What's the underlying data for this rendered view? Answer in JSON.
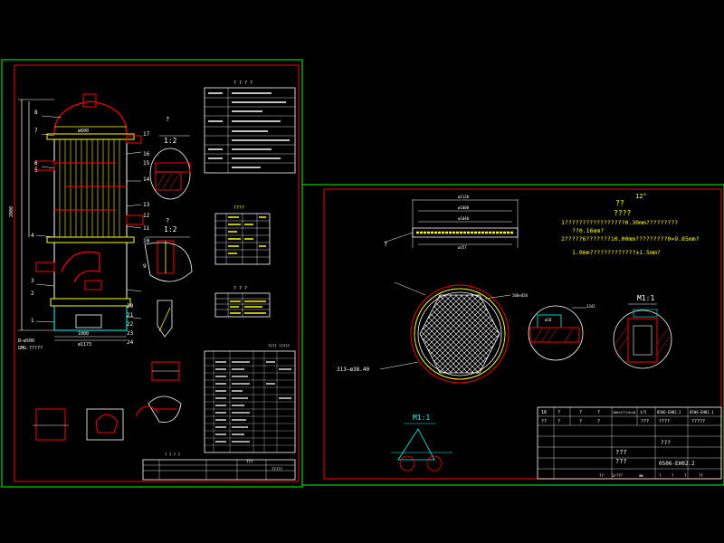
{
  "colors": {
    "background": "#000000",
    "frame_outer": "#00ff00",
    "frame_inner": "#ff0000",
    "line_white": "#ffffff",
    "line_cyan": "#00ffff",
    "line_yellow": "#ffff00",
    "line_red": "#ff0000",
    "line_green": "#00ff00",
    "line_magenta": "#ff00ff",
    "hatch_red": "#ff2020"
  },
  "sheet1": {
    "table_top_header": "? ? ? ?",
    "nozzle_table_header": "????",
    "nozzle_table2_header": "? ? ?",
    "parts_list_header": "???? ?????",
    "detail_scale_a": "1:2",
    "detail_scale_b": "1:2",
    "callout_q": "?",
    "callout_q2": "?",
    "dim_top": "ø600",
    "dim_mid1": "1000",
    "dim_mid2": "2000",
    "dim_bottom": "ø1173",
    "title_small_a": "???",
    "title_small_b": "?????",
    "title_block_label": "? ? ? ?",
    "bottom_left_note": "GMG-?????",
    "bottom_left_num": "B—ø500",
    "numbers_left": [
      "8",
      "7",
      "6",
      "5",
      "4",
      "3",
      "2",
      "1"
    ],
    "numbers_right": [
      "17",
      "16",
      "15",
      "14",
      "13",
      "12",
      "11",
      "10",
      "9"
    ],
    "numbers_low_right": [
      "20",
      "21",
      "22",
      "23",
      "24"
    ]
  },
  "sheet2": {
    "tube_dim_1": "ø1120",
    "tube_dim_2": "ø1000",
    "tube_dim_3": "ø1040",
    "tube_dim_4": "ø357",
    "tube_mark": "?",
    "title_q": "??",
    "title_deg": "12°",
    "note_header": "????",
    "note_line1": "1?????????????????0.30mm?????????",
    "note_line2": "??0.16mm?",
    "note_line3": "2?????6???????10.00mm?????????0=9.85mm?",
    "note_line4": "1.0mm?????????????±1.5mm?",
    "scale_m1": "M1:1",
    "scale_m2": "M1:1",
    "leader_label": "313—ø38.40",
    "plate_label": "200×820",
    "small_dim_a": "ø18",
    "small_dim_b": "1342",
    "title_block": {
      "row1": [
        "16",
        "?",
        "?",
        "?",
        "200×1??×3×10",
        "1/5",
        "0506-EH02.2",
        "0506-EH01.1"
      ],
      "row2": [
        "??",
        "?",
        "?",
        "?",
        "???",
        "????",
        "?????"
      ],
      "drawing_name": "???",
      "drawing_name2": "???",
      "sheet_no": "0506-EH02.2",
      "company": "???",
      "scale_row": [
        "??",
        "1/???",
        "mm",
        "?",
        "?",
        "?",
        "??"
      ]
    }
  }
}
